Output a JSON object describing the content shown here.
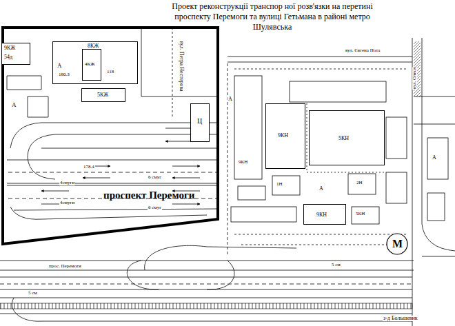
{
  "diagram": {
    "title": "Проект реконструкції транспор ної розв'язки на перетині проспекту Перемоги та вулиці Гетьмана в районі метро Шулявська",
    "nodes": [
      {
        "text": [
          "проспект Перемоги"
        ]
      },
      {
        "text": [
          "8КЖ",
          "А",
          "180.3",
          "118"
        ],
        "in": 0
      },
      {
        "text": [
          "4КЖ"
        ],
        "in": 1
      },
      {
        "text": [
          "5КЖ"
        ],
        "in": 0
      },
      {
        "text": [
          "9КЖ",
          "54д"
        ],
        "in": 0
      },
      {
        "text": [
          "Ц"
        ],
        "in": 0
      },
      {
        "text": [
          "9КН"
        ]
      },
      {
        "text": [
          "5КН"
        ]
      },
      {
        "text": [
          "9КН"
        ]
      },
      {
        "text": [
          "М"
        ]
      }
    ],
    "labels": [
      "вул. Петра Нестерова",
      "А",
      "4смуги",
      "6 смуг",
      "6 смуг",
      "4смуги",
      "178.4",
      "вул. Євгена Пота",
      "вул. Олеся",
      "прос. Перемоги",
      "5 см",
      "5 см",
      "з-д Большевик",
      "А",
      "А",
      "1Н",
      "2Н",
      "5КН",
      "9КН",
      "А"
    ]
  }
}
